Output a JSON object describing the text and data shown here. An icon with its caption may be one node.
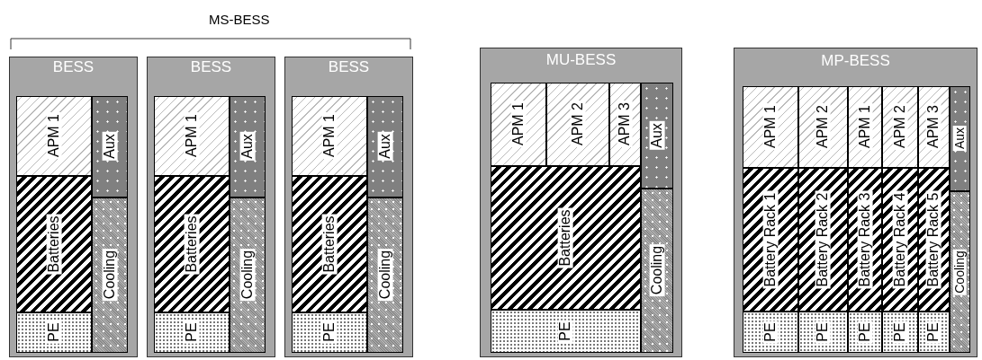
{
  "diagram": {
    "nodes": [
      {
        "text": [
          "BESS"
        ]
      },
      {
        "text": [
          "APM 1"
        ],
        "in": 0
      },
      {
        "text": [
          "Aux"
        ],
        "in": 0
      },
      {
        "text": [
          "Batteries"
        ],
        "in": 0
      },
      {
        "text": [
          "Cooling"
        ],
        "in": 0
      },
      {
        "text": [
          "PE"
        ],
        "in": 0
      },
      {
        "text": [
          "BESS"
        ]
      },
      {
        "text": [
          "APM 1"
        ],
        "in": 6
      },
      {
        "text": [
          "Aux"
        ],
        "in": 6
      },
      {
        "text": [
          "Batteries"
        ],
        "in": 6
      },
      {
        "text": [
          "Cooling"
        ],
        "in": 6
      },
      {
        "text": [
          "PE"
        ],
        "in": 6
      },
      {
        "text": [
          "BESS"
        ]
      },
      {
        "text": [
          "APM 1"
        ],
        "in": 12
      },
      {
        "text": [
          "Aux"
        ],
        "in": 12
      },
      {
        "text": [
          "Batteries"
        ],
        "in": 12
      },
      {
        "text": [
          "Cooling"
        ],
        "in": 12
      },
      {
        "text": [
          "PE"
        ],
        "in": 12
      },
      {
        "text": [
          "MU-BESS"
        ]
      },
      {
        "text": [
          "APM 1"
        ],
        "in": 18
      },
      {
        "text": [
          "APM 2"
        ],
        "in": 18
      },
      {
        "text": [
          "APM 3"
        ],
        "in": 18
      },
      {
        "text": [
          "Aux"
        ],
        "in": 18
      },
      {
        "text": [
          "Batteries"
        ],
        "in": 18
      },
      {
        "text": [
          "Cooling"
        ],
        "in": 18
      },
      {
        "text": [
          "PE"
        ],
        "in": 18
      },
      {
        "text": [
          "MP-BESS"
        ]
      },
      {
        "text": [
          "APM 1"
        ],
        "in": 26
      },
      {
        "text": [
          "APM 2"
        ],
        "in": 26
      },
      {
        "text": [
          "APM 1"
        ],
        "in": 26
      },
      {
        "text": [
          "APM 2"
        ],
        "in": 26
      },
      {
        "text": [
          "APM 3"
        ],
        "in": 26
      },
      {
        "text": [
          "Aux"
        ],
        "in": 26
      },
      {
        "text": [
          "Battery Rack 1"
        ],
        "in": 26
      },
      {
        "text": [
          "Battery Rack 2"
        ],
        "in": 26
      },
      {
        "text": [
          "Battery Rack 3"
        ],
        "in": 26
      },
      {
        "text": [
          "Battery Rack 4"
        ],
        "in": 26
      },
      {
        "text": [
          "Battery Rack 5"
        ],
        "in": 26
      },
      {
        "text": [
          "Cooling"
        ],
        "in": 26
      },
      {
        "text": [
          "PE"
        ],
        "in": 26
      },
      {
        "text": [
          "PE"
        ],
        "in": 26
      },
      {
        "text": [
          "PE"
        ],
        "in": 26
      },
      {
        "text": [
          "PE"
        ],
        "in": 26
      },
      {
        "text": [
          "PE"
        ],
        "in": 26
      }
    ],
    "labels": [
      "MS-BESS"
    ]
  }
}
